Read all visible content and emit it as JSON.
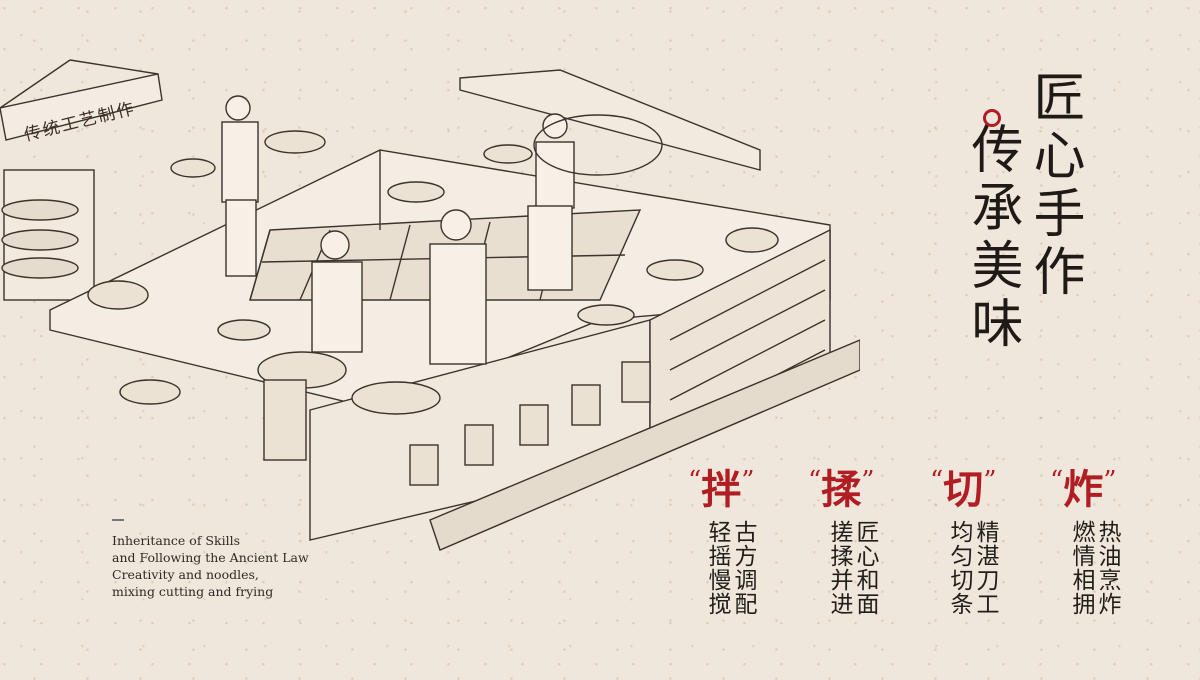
{
  "sign": {
    "text": "传统工艺制作"
  },
  "title": {
    "line1": "匠心手作",
    "line2": "传承美味"
  },
  "caption": {
    "line1": "Inheritance of Skills",
    "line2": "and Following the Ancient Law",
    "line3": "Creativity and noodles,",
    "line4": "mixing cutting and frying"
  },
  "keywords": [
    {
      "open": "“",
      "char": "拌",
      "close": "”",
      "poem": [
        "古方调配",
        "轻摇慢搅"
      ]
    },
    {
      "open": "“",
      "char": "揉",
      "close": "”",
      "poem": [
        "匠心和面",
        "搓揉并进"
      ]
    },
    {
      "open": "“",
      "char": "切",
      "close": "”",
      "poem": [
        "精湛刀工",
        "均匀切条"
      ]
    },
    {
      "open": "“",
      "char": "炸",
      "close": "”",
      "poem": [
        "热油烹炸",
        "燃情相拥"
      ]
    }
  ],
  "colors": {
    "background": "#efe7dc",
    "accent": "#b01e23",
    "ink": "#1f1a16"
  }
}
